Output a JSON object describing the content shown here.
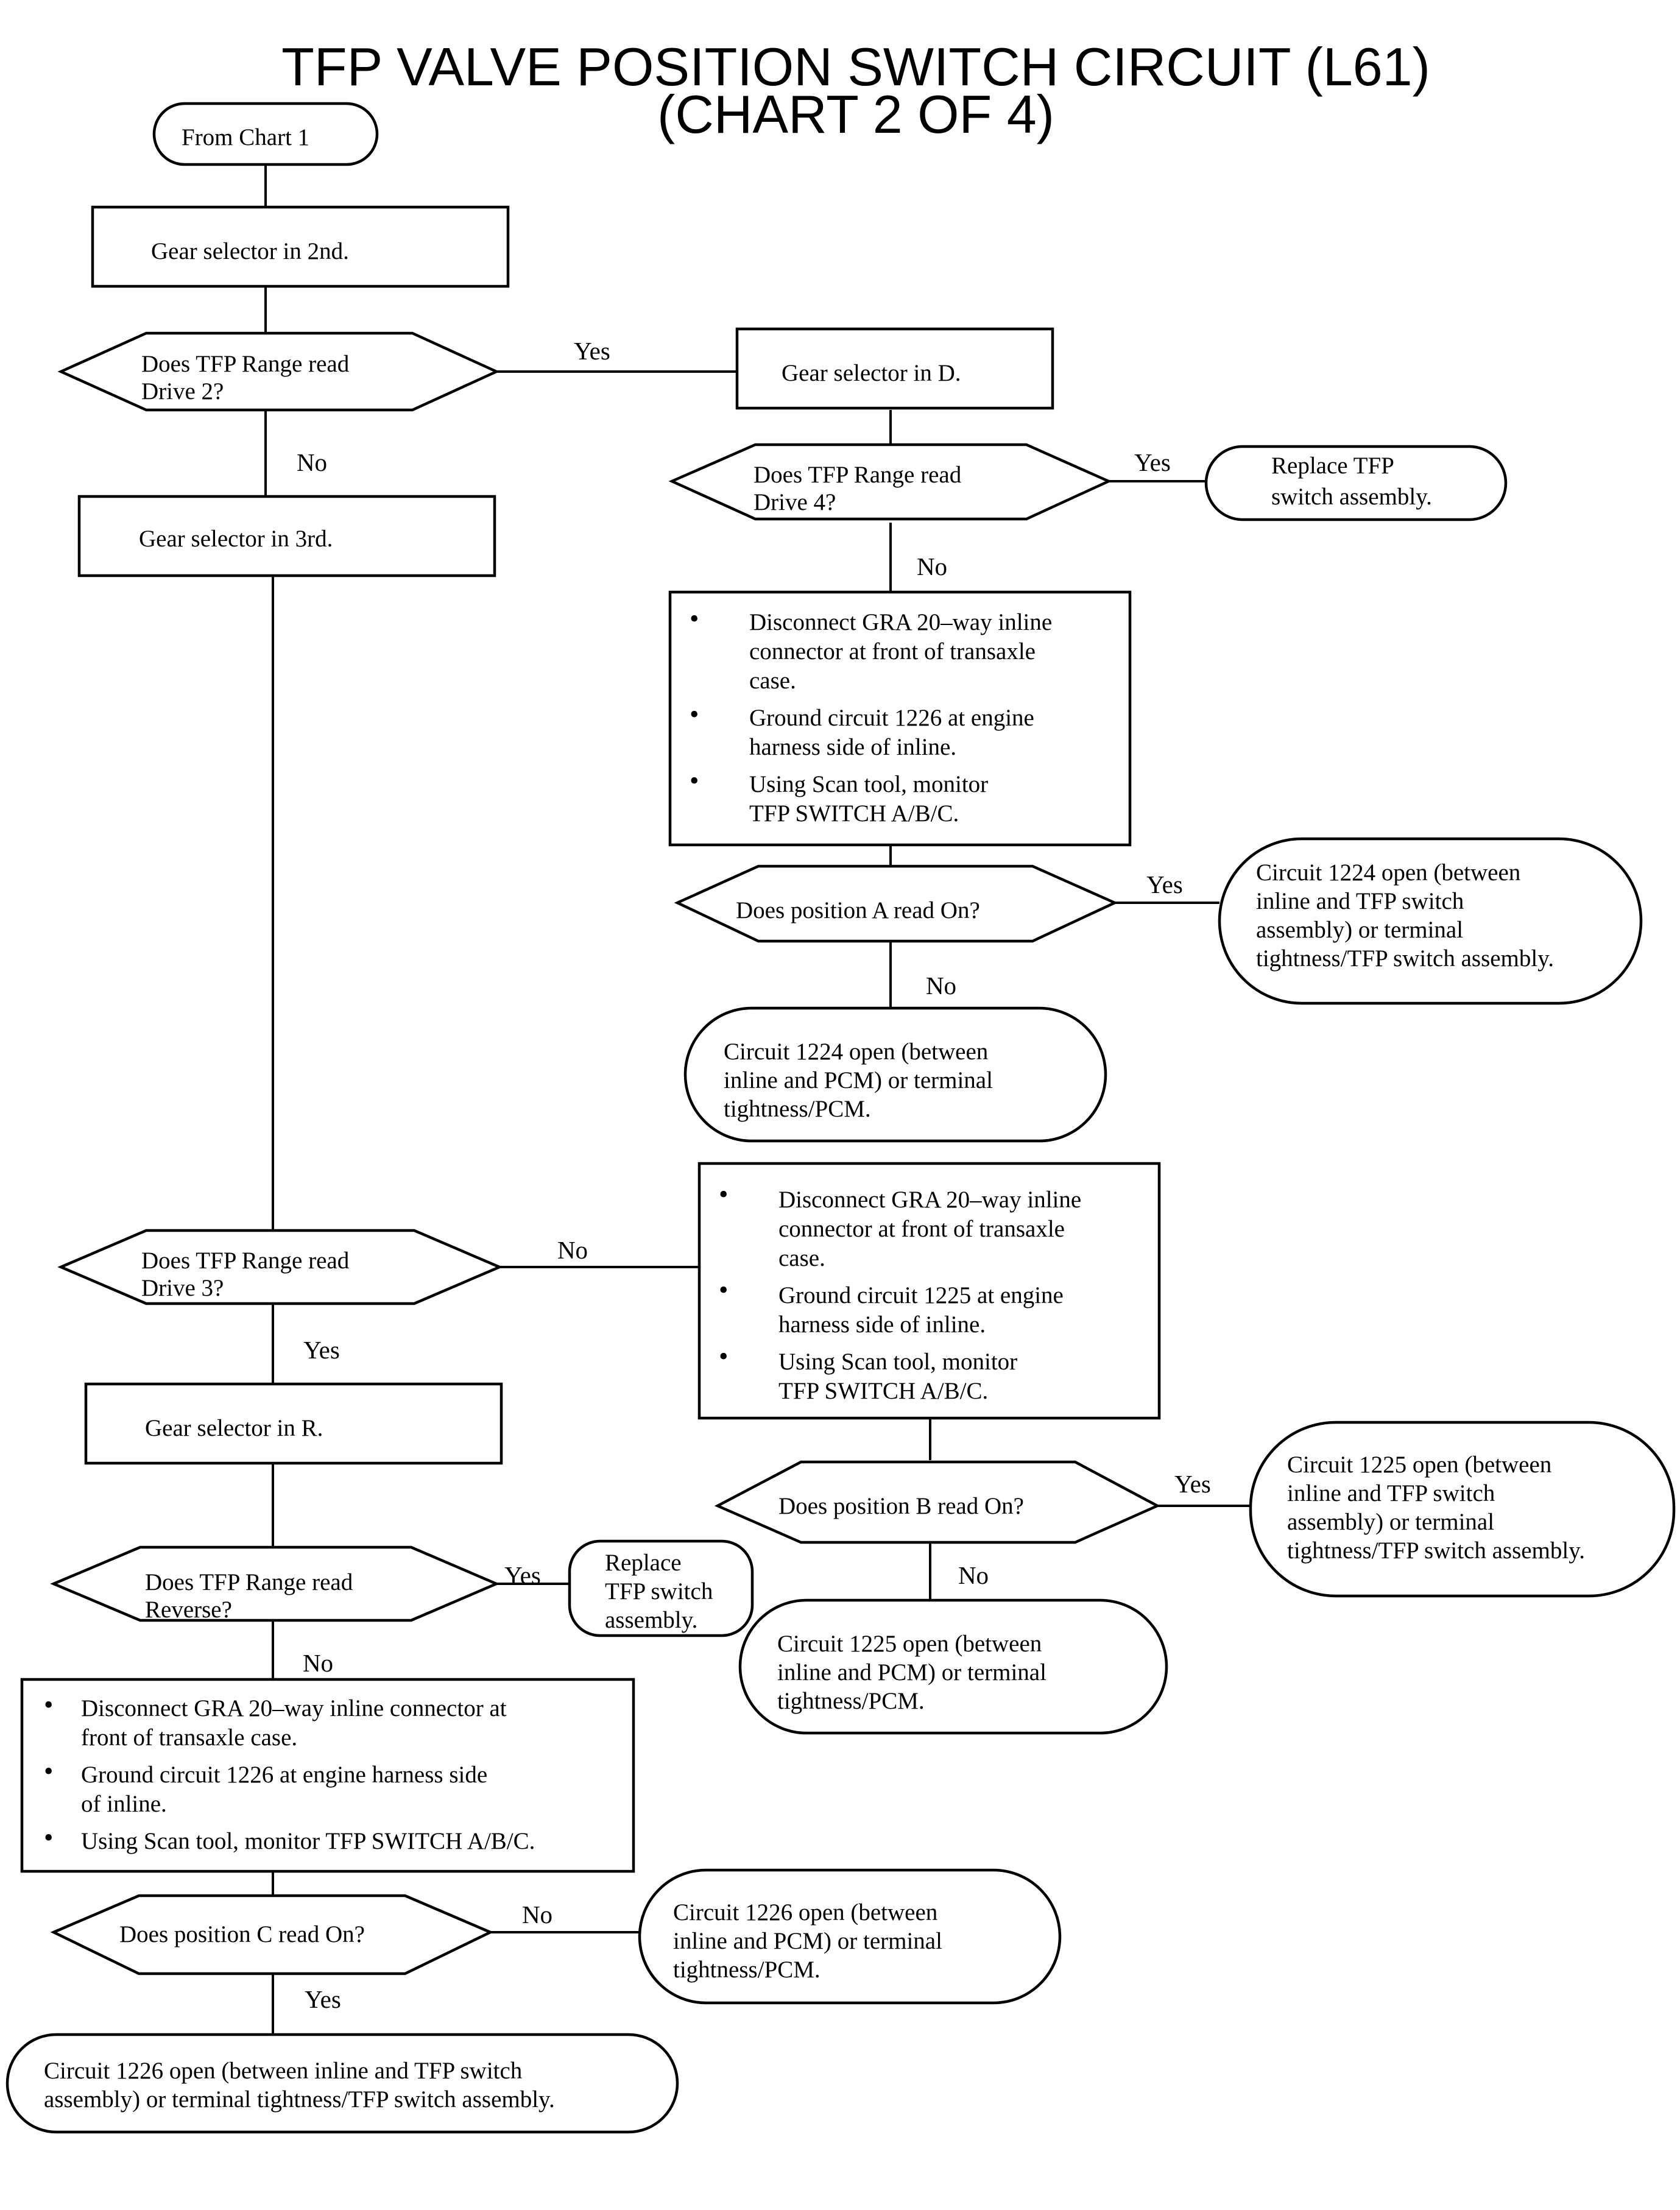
{
  "title": {
    "line1": "TFP VALVE POSITION SWITCH CIRCUIT (L61)",
    "line2": "(CHART 2 OF 4)"
  },
  "bullet_glyph": "•",
  "nodes": {
    "from_chart": "From Chart 1",
    "gear_2nd": "Gear selector in 2nd.",
    "q_drive2": [
      "Does TFP Range read",
      "Drive 2?"
    ],
    "gear_d": "Gear selector in D.",
    "q_drive4": [
      "Does TFP Range read",
      "Drive 4?"
    ],
    "replace_tfp_top": [
      "Replace TFP",
      "switch assembly."
    ],
    "gear_3rd": "Gear selector in 3rd.",
    "steps_1226_right": [
      [
        "Disconnect GRA 20–way inline",
        "connector at front of transaxle",
        "case."
      ],
      [
        "Ground circuit 1226 at engine",
        "harness side of inline."
      ],
      [
        "Using Scan tool, monitor",
        "TFP SWITCH A/B/C."
      ]
    ],
    "q_pos_a": "Does position A read On?",
    "res_1224_switch": [
      "Circuit 1224 open (between",
      "inline and TFP switch",
      "assembly) or terminal",
      "tightness/TFP switch assembly."
    ],
    "res_1224_pcm": [
      "Circuit 1224 open (between",
      "inline and PCM) or terminal",
      "tightness/PCM."
    ],
    "steps_1225": [
      [
        "Disconnect GRA 20–way inline",
        "connector at front of transaxle",
        "case."
      ],
      [
        "Ground circuit 1225 at engine",
        "harness side of inline."
      ],
      [
        "Using Scan tool, monitor",
        "TFP SWITCH A/B/C."
      ]
    ],
    "q_drive3": [
      "Does TFP Range read",
      "Drive 3?"
    ],
    "gear_r": "Gear selector in R.",
    "q_pos_b": "Does position B read On?",
    "res_1225_switch": [
      "Circuit 1225 open (between",
      "inline and TFP switch",
      "assembly) or terminal",
      "tightness/TFP switch assembly."
    ],
    "res_1225_pcm": [
      "Circuit 1225 open (between",
      "inline and PCM) or terminal",
      "tightness/PCM."
    ],
    "q_reverse": [
      "Does TFP Range read",
      "Reverse?"
    ],
    "replace_tfp_small": [
      "Replace",
      "TFP switch",
      "assembly."
    ],
    "steps_1226_left": [
      [
        "Disconnect GRA 20–way inline connector at",
        "front of transaxle case."
      ],
      [
        "Ground circuit 1226 at engine harness side",
        "of inline."
      ],
      [
        "Using Scan tool, monitor TFP SWITCH A/B/C."
      ]
    ],
    "q_pos_c": "Does position C read On?",
    "res_1226_pcm": [
      "Circuit 1226 open (between",
      "inline and PCM) or terminal",
      "tightness/PCM."
    ],
    "res_1226_switch": [
      "Circuit 1226 open (between inline and TFP switch",
      "assembly) or terminal tightness/TFP switch assembly."
    ]
  },
  "edge_labels": {
    "drive2_yes": "Yes",
    "drive2_no": "No",
    "drive4_yes": "Yes",
    "drive4_no": "No",
    "pos_a_yes": "Yes",
    "pos_a_no": "No",
    "drive3_no": "No",
    "drive3_yes": "Yes",
    "pos_b_yes": "Yes",
    "pos_b_no": "No",
    "reverse_yes": "Yes",
    "reverse_no": "No",
    "pos_c_no": "No",
    "pos_c_yes": "Yes"
  }
}
